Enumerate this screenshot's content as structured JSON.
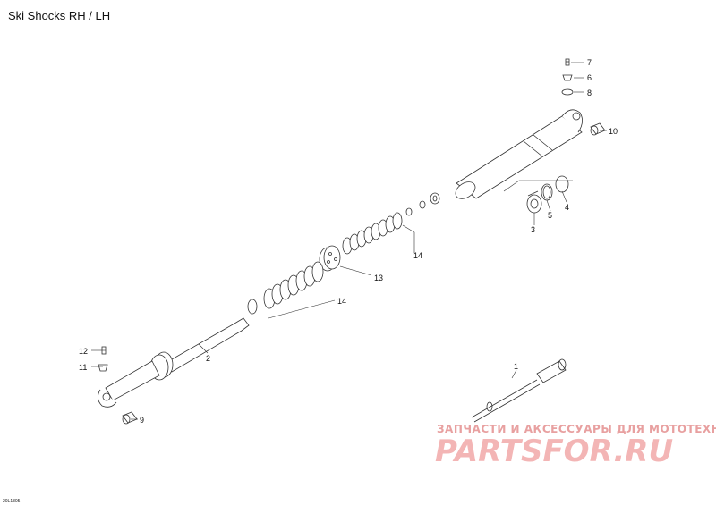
{
  "title": "Ski Shocks RH / LH",
  "drawing_code": "20L1305",
  "callouts": {
    "p1": "1",
    "p2": "2",
    "p3": "3",
    "p4": "4",
    "p5": "5",
    "p6": "6",
    "p7": "7",
    "p8": "8",
    "p9": "9",
    "p10": "10",
    "p11": "11",
    "p12": "12",
    "p13": "13",
    "p14a": "14",
    "p14b": "14"
  },
  "watermark": {
    "tagline": "ЗАПЧАСТИ И АКСЕССУАРЫ ДЛЯ МОТОТЕХНИКИ",
    "logo": "PARTSFOR.RU"
  },
  "colors": {
    "line": "#333333",
    "watermark": "#e8a0a0"
  }
}
